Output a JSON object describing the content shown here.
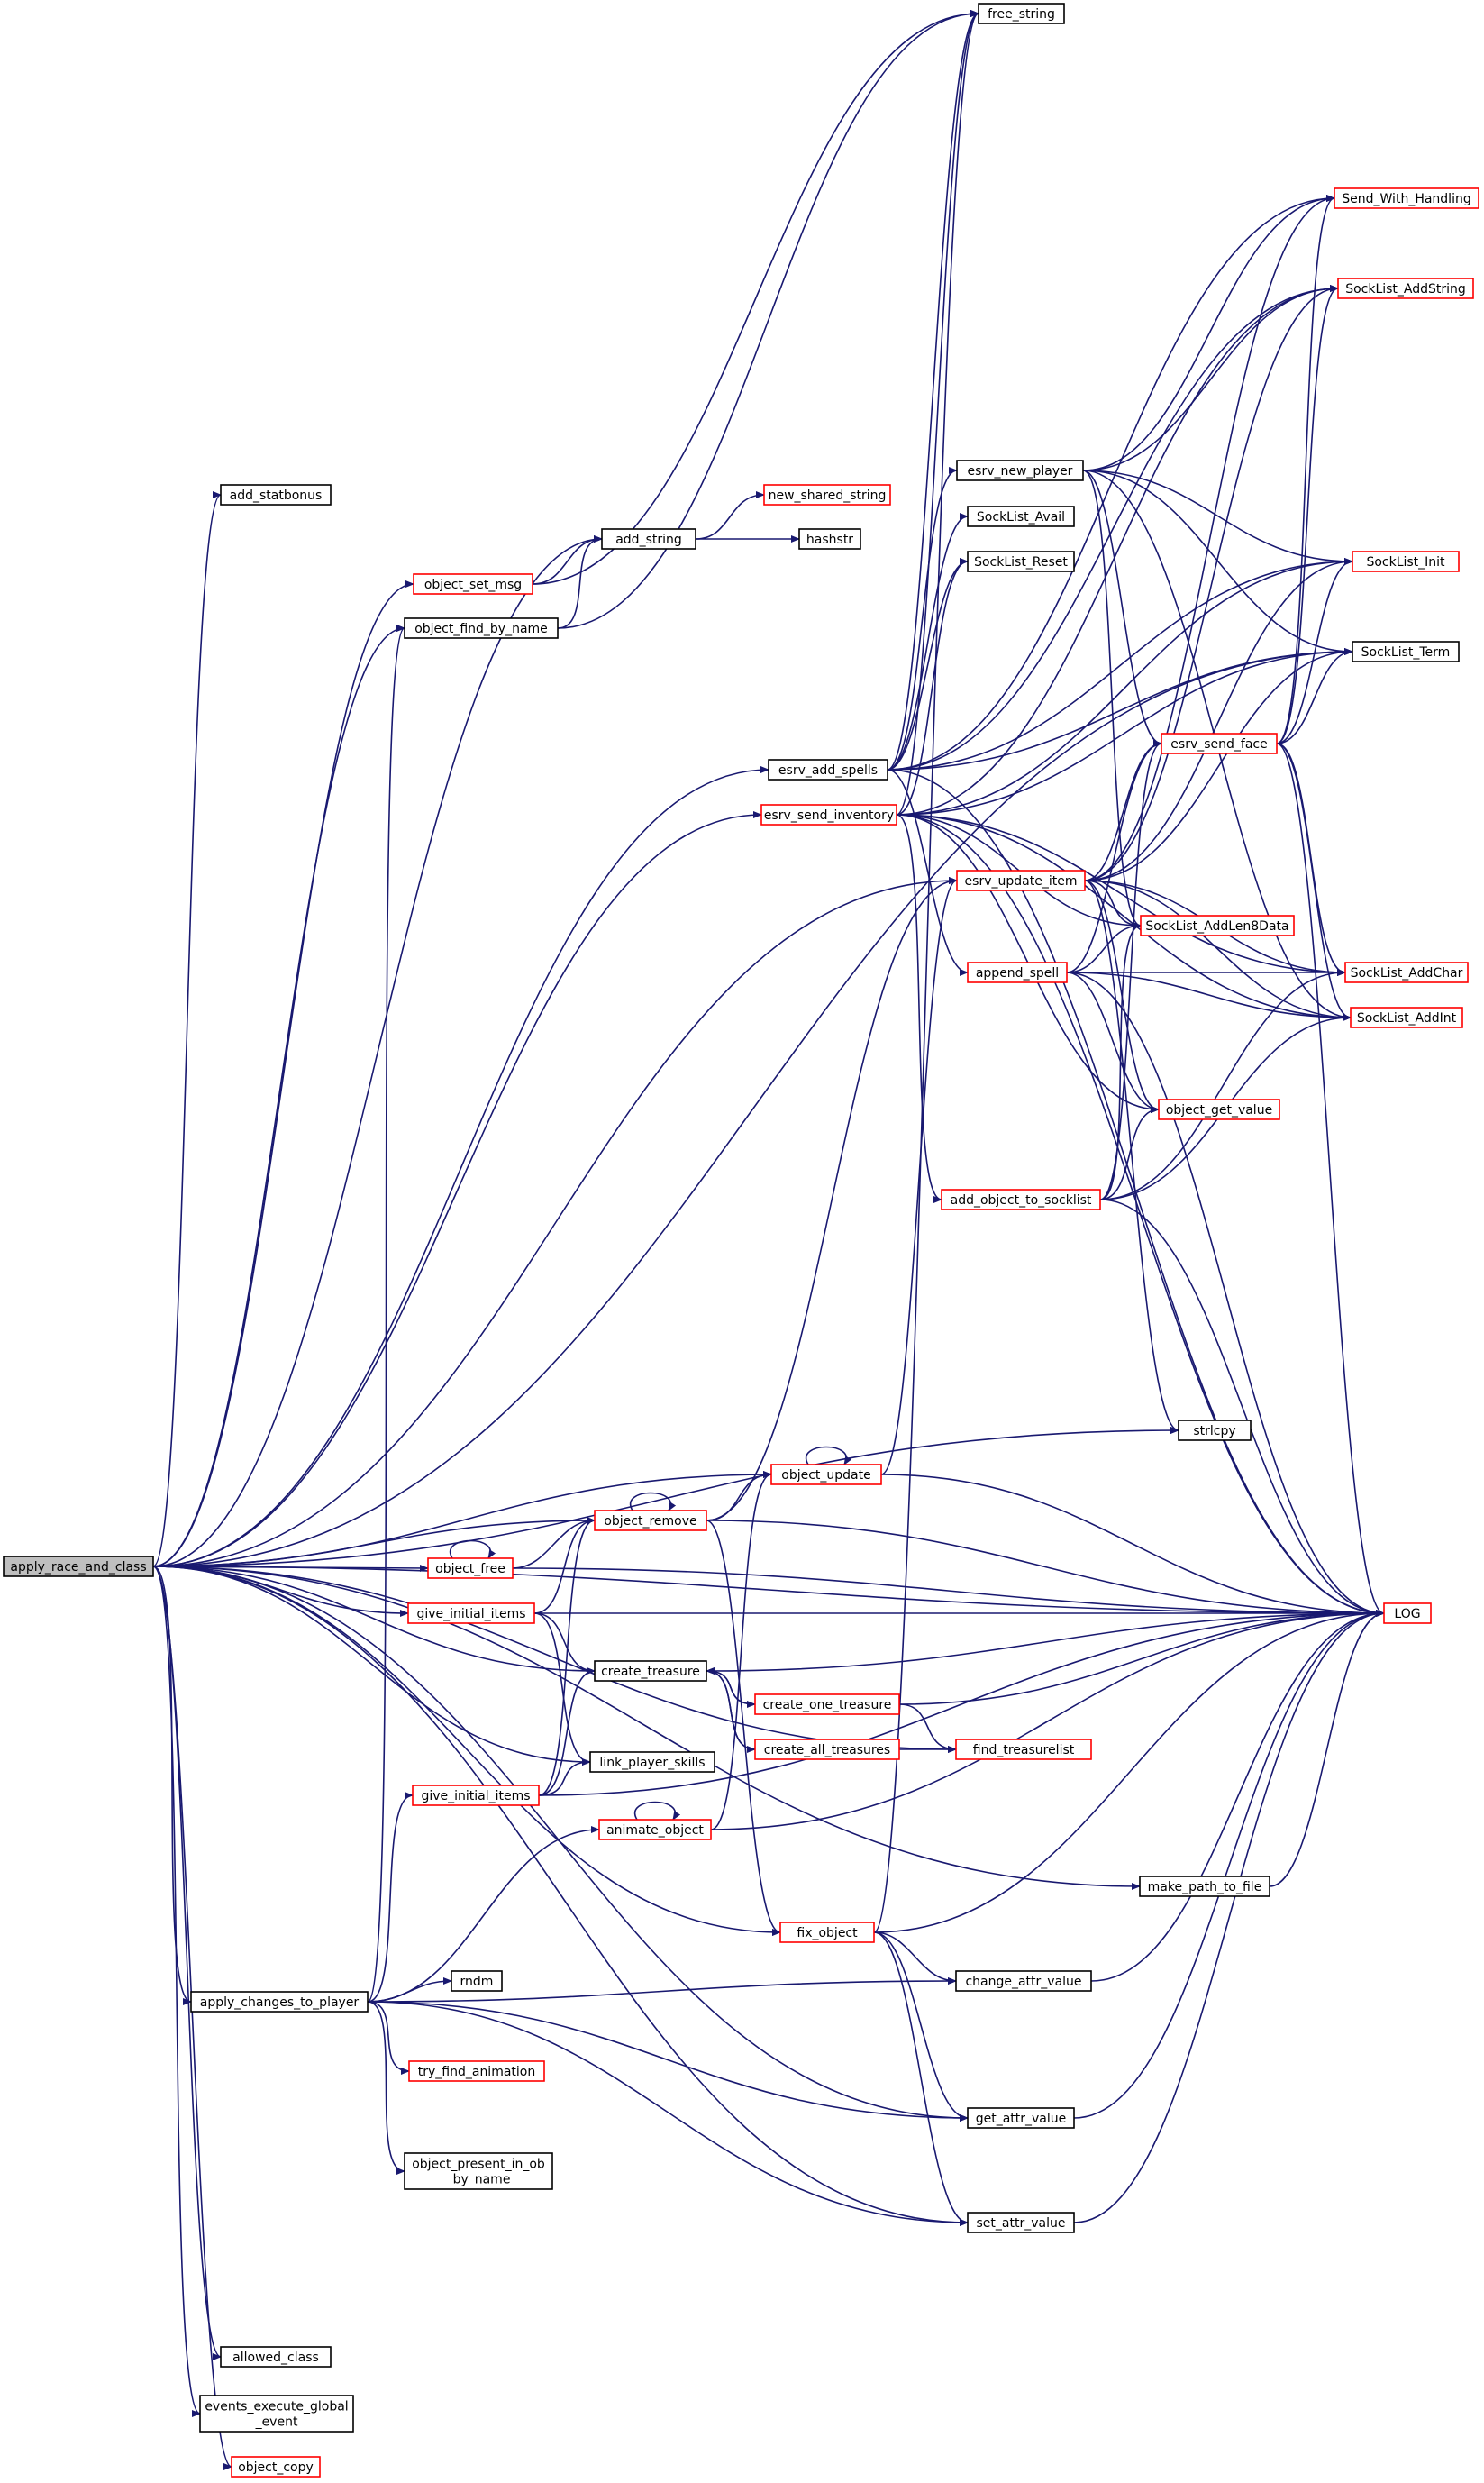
{
  "colors": {
    "edge": "#191970",
    "border_normal": "#000000",
    "border_link": "#ff0000",
    "root_fill": "#bfbfbf",
    "node_fill": "#ffffff"
  },
  "nodes": [
    {
      "id": "apply_race_and_class",
      "lines": [
        "apply_race_and_class"
      ],
      "style": "root"
    },
    {
      "id": "add_statbonus",
      "lines": [
        "add_statbonus"
      ],
      "style": "normal"
    },
    {
      "id": "add_string",
      "lines": [
        "add_string"
      ],
      "style": "normal"
    },
    {
      "id": "new_shared_string",
      "lines": [
        "new_shared_string"
      ],
      "style": "red"
    },
    {
      "id": "hashstr",
      "lines": [
        "hashstr"
      ],
      "style": "normal"
    },
    {
      "id": "object_set_msg",
      "lines": [
        "object_set_msg"
      ],
      "style": "red"
    },
    {
      "id": "object_find_by_name",
      "lines": [
        "object_find_by_name"
      ],
      "style": "normal"
    },
    {
      "id": "free_string",
      "lines": [
        "free_string"
      ],
      "style": "normal"
    },
    {
      "id": "Send_With_Handling",
      "lines": [
        "Send_With_Handling"
      ],
      "style": "red"
    },
    {
      "id": "SockList_AddString",
      "lines": [
        "SockList_AddString"
      ],
      "style": "red"
    },
    {
      "id": "esrv_new_player",
      "lines": [
        "esrv_new_player"
      ],
      "style": "normal"
    },
    {
      "id": "SockList_Init",
      "lines": [
        "SockList_Init"
      ],
      "style": "red"
    },
    {
      "id": "SockList_Avail",
      "lines": [
        "SockList_Avail"
      ],
      "style": "normal"
    },
    {
      "id": "SockList_Reset",
      "lines": [
        "SockList_Reset"
      ],
      "style": "normal"
    },
    {
      "id": "SockList_Term",
      "lines": [
        "SockList_Term"
      ],
      "style": "normal"
    },
    {
      "id": "esrv_add_spells",
      "lines": [
        "esrv_add_spells"
      ],
      "style": "normal"
    },
    {
      "id": "esrv_send_face",
      "lines": [
        "esrv_send_face"
      ],
      "style": "red"
    },
    {
      "id": "esrv_send_inventory",
      "lines": [
        "esrv_send_inventory"
      ],
      "style": "red"
    },
    {
      "id": "esrv_update_item",
      "lines": [
        "esrv_update_item"
      ],
      "style": "red"
    },
    {
      "id": "SockList_AddLen8Data",
      "lines": [
        "SockList_AddLen8Data"
      ],
      "style": "red"
    },
    {
      "id": "append_spell",
      "lines": [
        "append_spell"
      ],
      "style": "red"
    },
    {
      "id": "SockList_AddChar",
      "lines": [
        "SockList_AddChar"
      ],
      "style": "red"
    },
    {
      "id": "SockList_AddInt",
      "lines": [
        "SockList_AddInt"
      ],
      "style": "red"
    },
    {
      "id": "object_get_value",
      "lines": [
        "object_get_value"
      ],
      "style": "red"
    },
    {
      "id": "add_object_to_socklist",
      "lines": [
        "add_object_to_socklist"
      ],
      "style": "red"
    },
    {
      "id": "strlcpy",
      "lines": [
        "strlcpy"
      ],
      "style": "normal"
    },
    {
      "id": "object_update",
      "lines": [
        "object_update"
      ],
      "style": "red"
    },
    {
      "id": "object_remove",
      "lines": [
        "object_remove"
      ],
      "style": "red"
    },
    {
      "id": "object_free",
      "lines": [
        "object_free"
      ],
      "style": "red"
    },
    {
      "id": "give_initial_items_1",
      "lines": [
        "give_initial_items"
      ],
      "style": "red"
    },
    {
      "id": "LOG",
      "lines": [
        "LOG"
      ],
      "style": "red"
    },
    {
      "id": "create_treasure",
      "lines": [
        "create_treasure"
      ],
      "style": "normal"
    },
    {
      "id": "create_one_treasure",
      "lines": [
        "create_one_treasure"
      ],
      "style": "red"
    },
    {
      "id": "create_all_treasures",
      "lines": [
        "create_all_treasures"
      ],
      "style": "red"
    },
    {
      "id": "find_treasurelist",
      "lines": [
        "find_treasurelist"
      ],
      "style": "red"
    },
    {
      "id": "link_player_skills",
      "lines": [
        "link_player_skills"
      ],
      "style": "normal"
    },
    {
      "id": "give_initial_items_2",
      "lines": [
        "give_initial_items"
      ],
      "style": "red"
    },
    {
      "id": "animate_object",
      "lines": [
        "animate_object"
      ],
      "style": "red"
    },
    {
      "id": "make_path_to_file",
      "lines": [
        "make_path_to_file"
      ],
      "style": "normal"
    },
    {
      "id": "fix_object",
      "lines": [
        "fix_object"
      ],
      "style": "red"
    },
    {
      "id": "apply_changes_to_player",
      "lines": [
        "apply_changes_to_player"
      ],
      "style": "normal"
    },
    {
      "id": "rndm",
      "lines": [
        "rndm"
      ],
      "style": "normal"
    },
    {
      "id": "change_attr_value",
      "lines": [
        "change_attr_value"
      ],
      "style": "normal"
    },
    {
      "id": "try_find_animation",
      "lines": [
        "try_find_animation"
      ],
      "style": "red"
    },
    {
      "id": "get_attr_value",
      "lines": [
        "get_attr_value"
      ],
      "style": "normal"
    },
    {
      "id": "object_present_in_ob_by_name",
      "lines": [
        "object_present_in_ob",
        "_by_name"
      ],
      "style": "normal"
    },
    {
      "id": "set_attr_value",
      "lines": [
        "set_attr_value"
      ],
      "style": "normal"
    },
    {
      "id": "allowed_class",
      "lines": [
        "allowed_class"
      ],
      "style": "normal"
    },
    {
      "id": "events_execute_global_event",
      "lines": [
        "events_execute_global",
        "_event"
      ],
      "style": "normal"
    },
    {
      "id": "object_copy",
      "lines": [
        "object_copy"
      ],
      "style": "red"
    }
  ]
}
